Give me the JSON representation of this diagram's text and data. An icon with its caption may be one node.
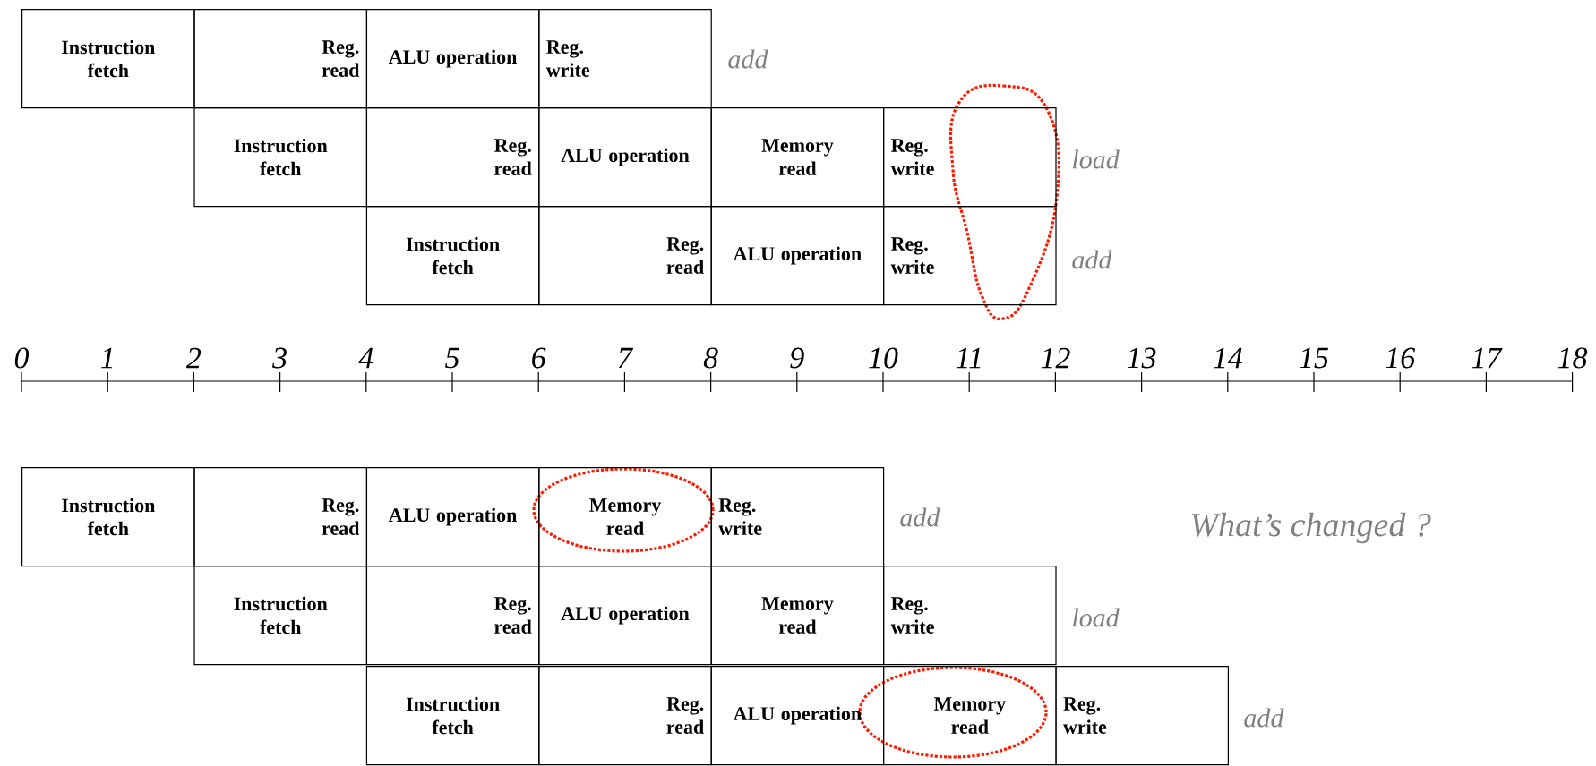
{
  "diagram": {
    "nodes": [
      {
        "text": [
          "Instruction fetch"
        ]
      },
      {
        "text": [
          "Reg. read"
        ]
      },
      {
        "text": [
          "ALU operation"
        ]
      },
      {
        "text": [
          "Reg. write"
        ]
      },
      {
        "text": [
          "Instruction fetch"
        ]
      },
      {
        "text": [
          "Reg. read"
        ]
      },
      {
        "text": [
          "ALU operation"
        ]
      },
      {
        "text": [
          "Memory read"
        ]
      },
      {
        "text": [
          "Reg. write"
        ]
      },
      {
        "text": [
          "Instruction fetch"
        ]
      },
      {
        "text": [
          "Reg. read"
        ]
      },
      {
        "text": [
          "ALU operation"
        ]
      },
      {
        "text": [
          "Reg. write"
        ]
      },
      {
        "text": [
          "Instruction fetch"
        ]
      },
      {
        "text": [
          "Reg. read"
        ]
      },
      {
        "text": [
          "ALU operation"
        ]
      },
      {
        "text": [
          "Memory read"
        ]
      },
      {
        "text": [
          "Reg. write"
        ]
      },
      {
        "text": [
          "Instruction fetch"
        ]
      },
      {
        "text": [
          "Reg. read"
        ]
      },
      {
        "text": [
          "ALU operation"
        ]
      },
      {
        "text": [
          "Memory read"
        ]
      },
      {
        "text": [
          "Reg. write"
        ]
      },
      {
        "text": [
          "Instruction fetch"
        ]
      },
      {
        "text": [
          "Reg. read"
        ]
      },
      {
        "text": [
          "ALU operation"
        ]
      },
      {
        "text": [
          "Memory read"
        ]
      },
      {
        "text": [
          "Reg. write"
        ]
      }
    ],
    "labels": [
      "add",
      "load",
      "add",
      "0",
      "1",
      "2",
      "3",
      "4",
      "5",
      "6",
      "7",
      "8",
      "9",
      "10",
      "11",
      "12",
      "13",
      "14",
      "15",
      "16",
      "17",
      "18",
      "add",
      "What’s changed ?",
      "load",
      "add"
    ]
  }
}
